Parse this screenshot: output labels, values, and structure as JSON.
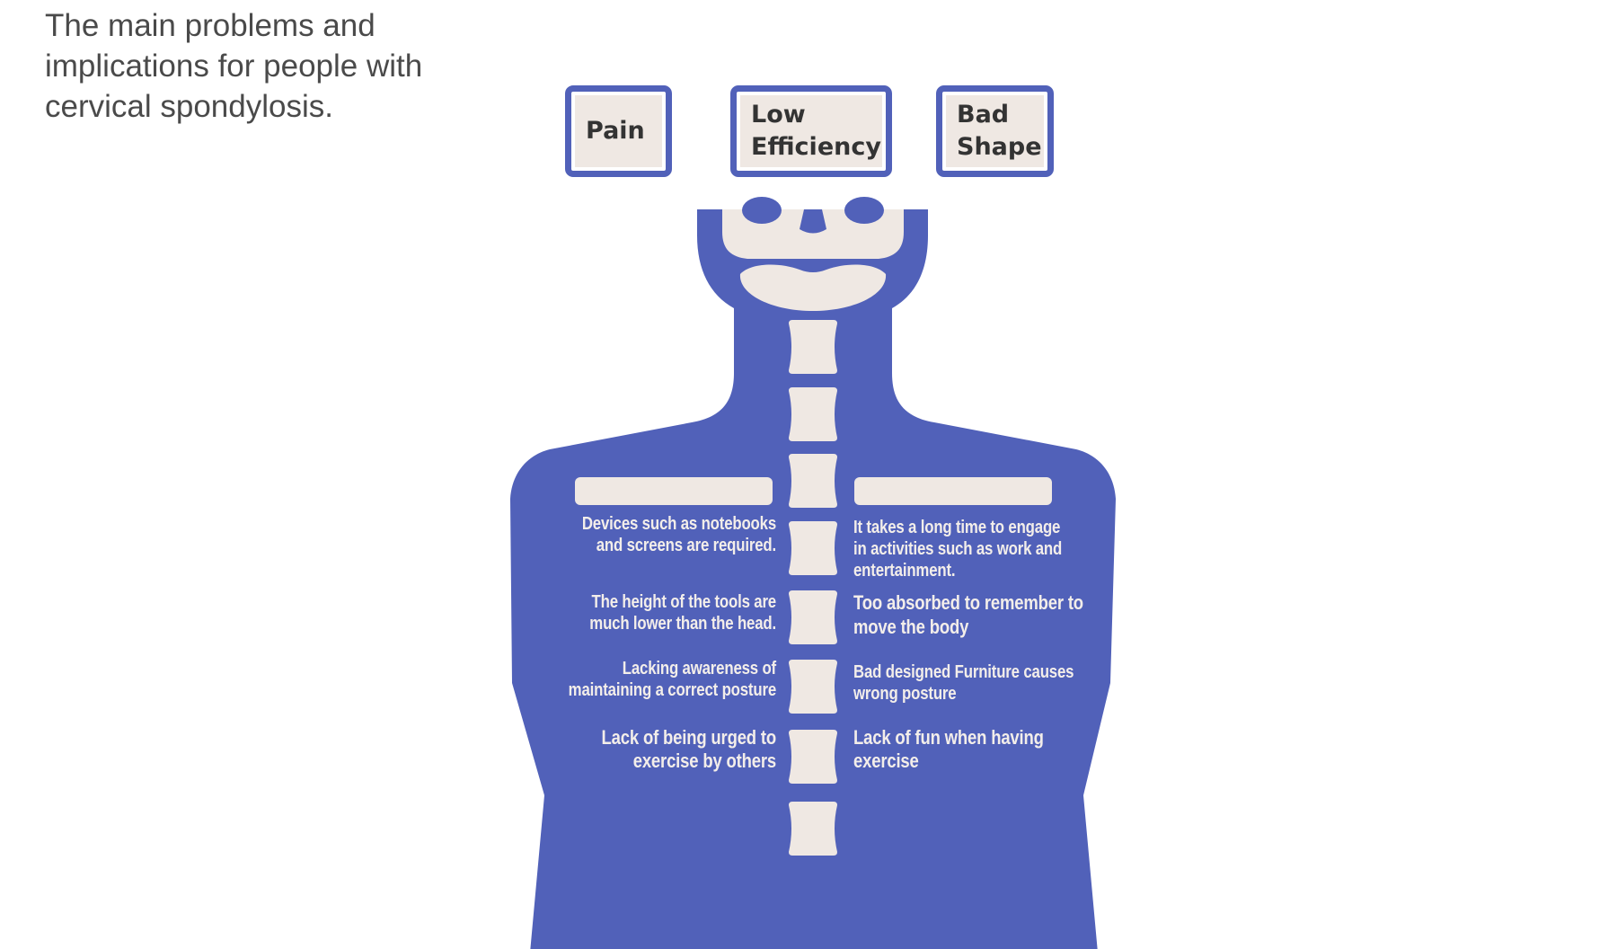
{
  "title": "The main problems and implications for people with cervical spondylosis.",
  "problems": {
    "pain": "Pain",
    "low_efficiency_line1": "Low",
    "low_efficiency_line2": "Efficiency",
    "bad_shape_line1": "Bad",
    "bad_shape_line2": "Shape"
  },
  "left_causes": [
    {
      "line1": "Devices such as notebooks",
      "line2": "and screens are required."
    },
    {
      "line1": "The height of the tools are",
      "line2": "much lower than the head."
    },
    {
      "line1": "Lacking awareness of",
      "line2": "maintaining a correct posture"
    },
    {
      "line1": "Lack of being urged to",
      "line2": "exercise by others"
    }
  ],
  "right_causes": [
    {
      "line1": "It takes a long time to engage",
      "line2": "in activities such as work and",
      "line3": "entertainment."
    },
    {
      "line1": "Too absorbed to remember to",
      "line2": "move the body"
    },
    {
      "line1": "Bad designed Furniture causes",
      "line2": "wrong posture"
    },
    {
      "line1": "Lack of fun when having",
      "line2": "exercise"
    }
  ],
  "colors": {
    "body": "#5161b9",
    "bone": "#efe8e3",
    "title_text": "#4a4a4a",
    "box_text": "#333333"
  }
}
